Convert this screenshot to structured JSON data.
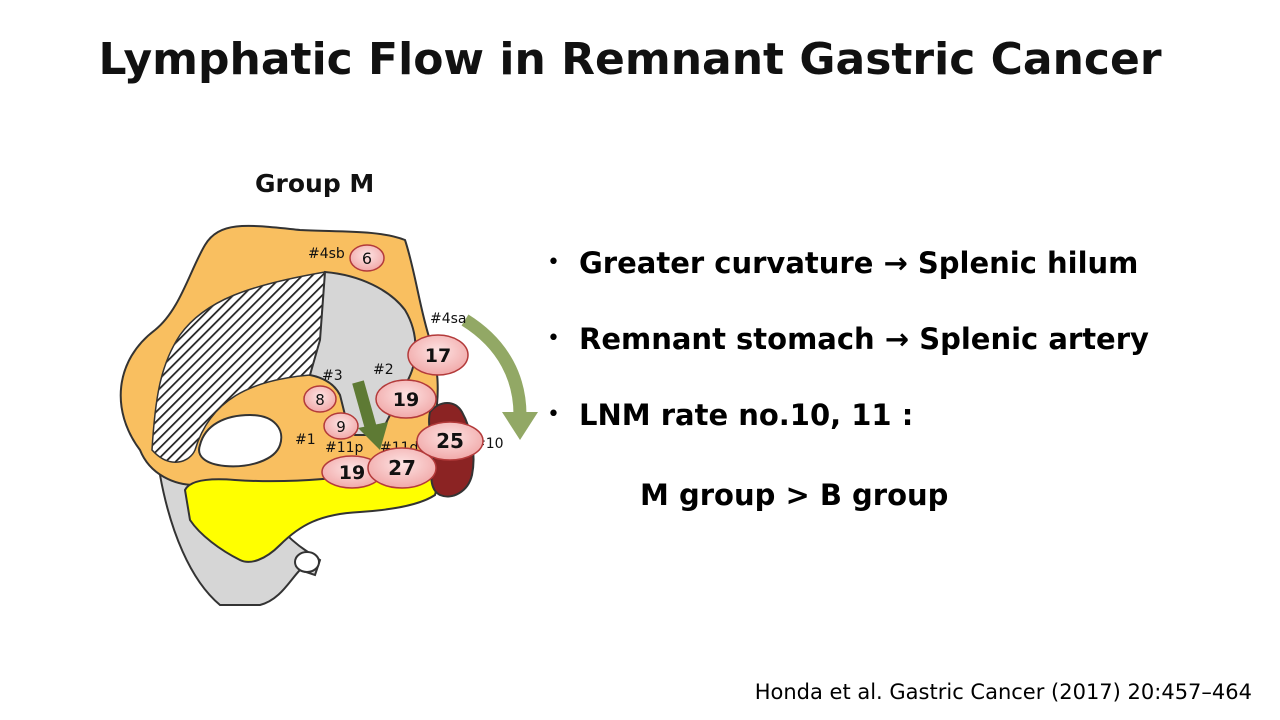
{
  "slide": {
    "title": "Lymphatic Flow in Remnant Gastric Cancer",
    "citation": "Honda et al. Gastric Cancer (2017) 20:457–464"
  },
  "diagram": {
    "title": "Group M",
    "stations": [
      {
        "label": "#4sb",
        "value": "6"
      },
      {
        "label": "#4sa",
        "value": "17"
      },
      {
        "label": "#3",
        "value": "8"
      },
      {
        "label": "#2",
        "value": "19"
      },
      {
        "label": "#1",
        "value": "9"
      },
      {
        "label": "#11p",
        "value": "19"
      },
      {
        "label": "#11d",
        "value": "27"
      },
      {
        "label": "#10",
        "value": "25"
      }
    ],
    "colors": {
      "stomach_outline": "#f9bf60",
      "remnant": "#d6d6d6",
      "pancreas": "#ffff00",
      "spleen": "#8b2323",
      "node": "#f6c4c4",
      "arrow": "#92a865"
    }
  },
  "bullets": [
    {
      "text": "Greater curvature → Splenic hilum"
    },
    {
      "text": "Remnant stomach → Splenic artery"
    },
    {
      "text": "LNM rate no.10, 11 :"
    }
  ],
  "bullet_sub": "M group > B group",
  "icons": {
    "bullet": "bullet-dot-icon"
  }
}
